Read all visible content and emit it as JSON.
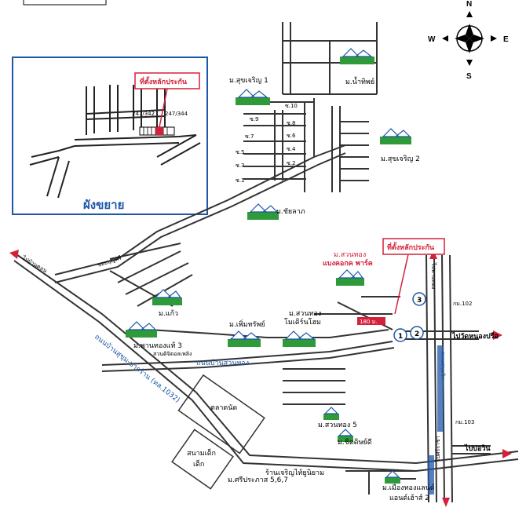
{
  "compass": {
    "north": "N",
    "south": "S",
    "east": "E",
    "west": "W"
  },
  "inset": {
    "title": "ผังขยาย",
    "marker_label": "ที่ตั้งหลักประกัน",
    "plot_left": "247/342",
    "plot_right": "247/344"
  },
  "main_marker_label": "ที่ตั้งหลักประกัน",
  "villages": {
    "sukcharoen1": "ม.สุขเจริญ 1",
    "namthip": "ม.น้ำทิพย์",
    "sukcharoen2": "ม.สุขเจริญ 2",
    "chaiyalap": "ม.ชัยลาภ",
    "suanthong_top": "ม.สวนทอง",
    "suanthong_park": "แบงคอกค พาร์ค",
    "suanthong_mid1": "ม.สวนทอง",
    "suanthong_mid2": "โมเดิร์นโฮม",
    "panthong3": "ม.พานทองแท้ 3",
    "sakaeo": "ม.แก้ว",
    "phoemsap": "ม.เพิ่มทรัพย์",
    "suanthong5": "ม.สวนทอง 5",
    "thiddit": "ม.ชิดดิษย์ดี",
    "sinprakan": "ม.ศรีประภาส 5,6,7",
    "mueangthong": "ม.เมืองทองแลนด์",
    "mueangthong2": "แอนด์เฮ้าส์ 2"
  },
  "sois": [
    "ซ.10",
    "ซ.9",
    "ซ.8",
    "ซ.7",
    "ซ.6",
    "ซ.5",
    "ซ.4",
    "ซ.3",
    "ซ.2",
    "ซ.1"
  ],
  "roads": {
    "highway": "ถนนบ้านสุขุม-ปากร้าน (ทล.1032)",
    "suanthong": "ถนนบ้านสวนทอง",
    "main_vertical": "ถนนสุขุมวิท",
    "to_ban_khon": "ไปบ้านคอน",
    "to_nong_prue": "ไปวัดหนองปรือ",
    "to_bo_win": "ไปบ่อวิน",
    "to_pan_thong": "ไปพานทอง",
    "to_sriracha": "ไปศรีราชา",
    "soi_bunsri": "ซอยบุญศรี",
    "distance": "180 ม.",
    "km102": "กม.102",
    "km103": "กม.103"
  },
  "places": {
    "market": "ตลาดนัด",
    "field": "สนามเด็ก",
    "field2": "เด็ก",
    "temple_label": "สวนดิจิตอลเพลิง",
    "shop": "ร้านเจริญไท้ยูนิยาม"
  },
  "markers": [
    "1",
    "2",
    "3"
  ],
  "colors": {
    "road": "#333333",
    "inset_border": "#1d57a8",
    "marker": "#d3213a",
    "water": "#1d57a8",
    "house_green": "#2e9a3a"
  }
}
